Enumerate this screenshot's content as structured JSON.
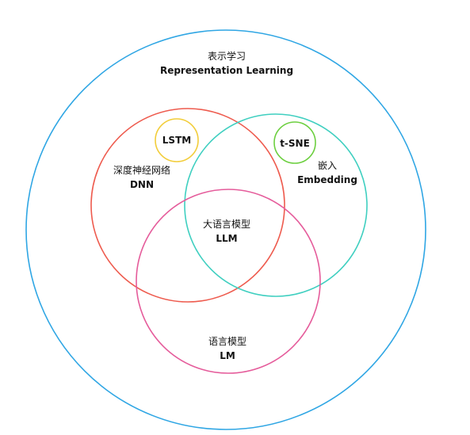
{
  "diagram": {
    "representation_learning": {
      "zh": "表示学习",
      "en": "Representation Learning",
      "color": "#2FA6E4"
    },
    "dnn": {
      "zh": "深度神经网络",
      "en": "DNN",
      "color": "#EE5B4E"
    },
    "embedding": {
      "zh": "嵌入",
      "en": "Embedding",
      "color": "#3FCFC0"
    },
    "lm": {
      "zh": "语言模型",
      "en": "LM",
      "color": "#E55C9B"
    },
    "llm": {
      "zh": "大语言模型",
      "en": "LLM"
    },
    "lstm": {
      "label": "LSTM",
      "color": "#F2CD3A"
    },
    "tsne": {
      "label": "t-SNE",
      "color": "#6CCF3F"
    }
  }
}
